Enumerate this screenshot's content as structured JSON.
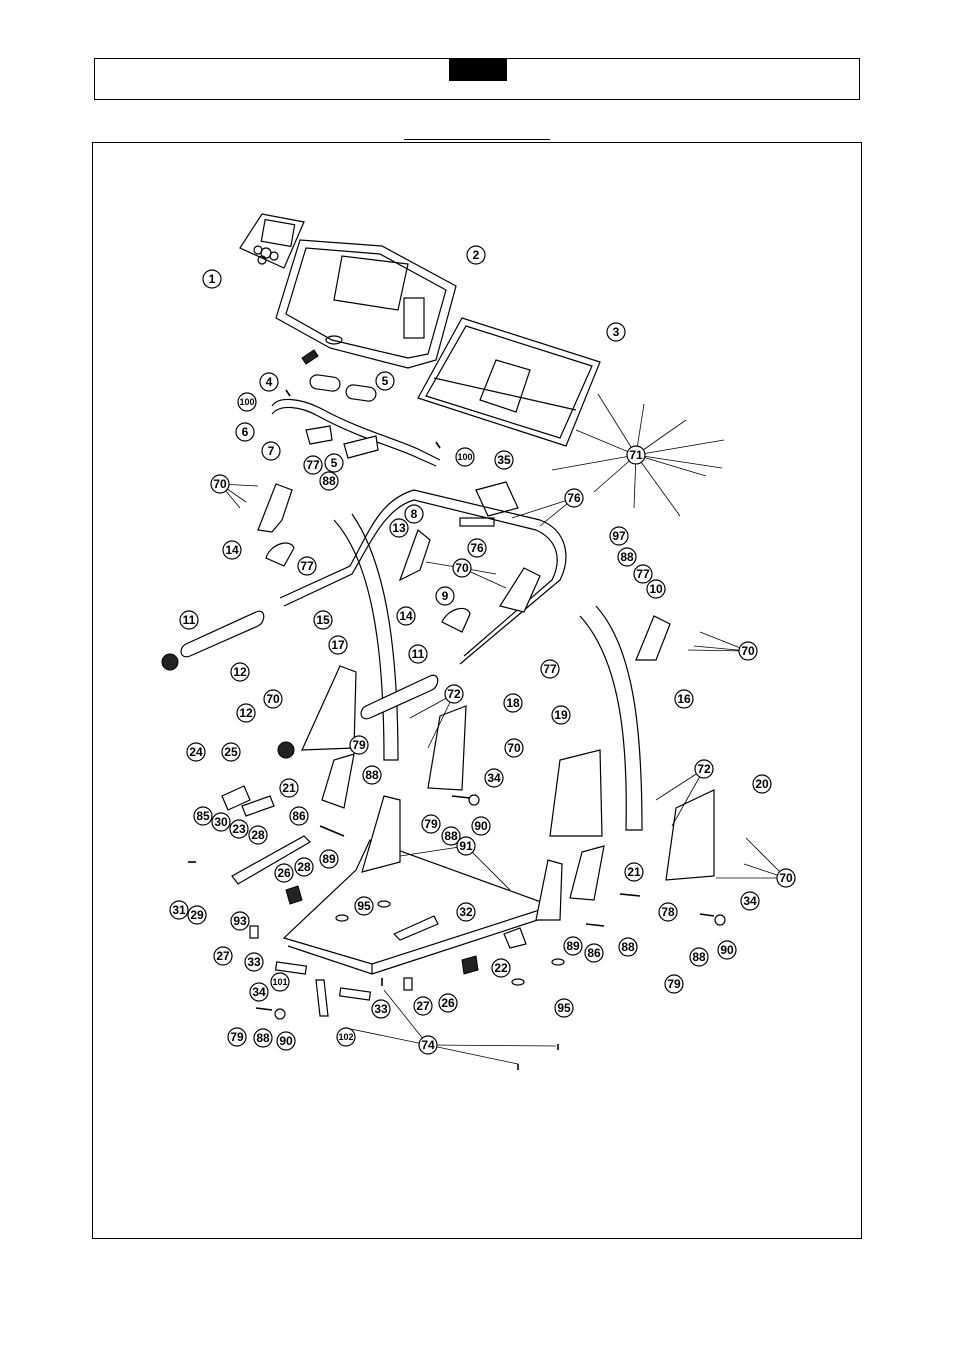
{
  "callouts": [
    {
      "id": "c1",
      "label": "1"
    },
    {
      "id": "c2",
      "label": "2"
    },
    {
      "id": "c3",
      "label": "3"
    },
    {
      "id": "c4",
      "label": "4"
    },
    {
      "id": "c5a",
      "label": "5"
    },
    {
      "id": "c5b",
      "label": "5"
    },
    {
      "id": "c100a",
      "label": "100"
    },
    {
      "id": "c6",
      "label": "6"
    },
    {
      "id": "c100b",
      "label": "100"
    },
    {
      "id": "c7",
      "label": "7"
    },
    {
      "id": "c77a",
      "label": "77"
    },
    {
      "id": "c88a",
      "label": "88"
    },
    {
      "id": "c70a",
      "label": "70"
    },
    {
      "id": "c35",
      "label": "35"
    },
    {
      "id": "c71",
      "label": "71"
    },
    {
      "id": "c76a",
      "label": "76"
    },
    {
      "id": "c8",
      "label": "8"
    },
    {
      "id": "c13",
      "label": "13"
    },
    {
      "id": "c14a",
      "label": "14"
    },
    {
      "id": "c77b",
      "label": "77"
    },
    {
      "id": "c76b",
      "label": "76"
    },
    {
      "id": "c97",
      "label": "97"
    },
    {
      "id": "c70b",
      "label": "70"
    },
    {
      "id": "c88b",
      "label": "88"
    },
    {
      "id": "c77c",
      "label": "77"
    },
    {
      "id": "c9",
      "label": "9"
    },
    {
      "id": "c10",
      "label": "10"
    },
    {
      "id": "c11a",
      "label": "11"
    },
    {
      "id": "c14b",
      "label": "14"
    },
    {
      "id": "c15",
      "label": "15"
    },
    {
      "id": "c77d",
      "label": "77"
    },
    {
      "id": "c70c",
      "label": "70"
    },
    {
      "id": "c12a",
      "label": "12"
    },
    {
      "id": "c17",
      "label": "17"
    },
    {
      "id": "c11b",
      "label": "11"
    },
    {
      "id": "c16",
      "label": "16"
    },
    {
      "id": "c70d",
      "label": "70"
    },
    {
      "id": "c72a",
      "label": "72"
    },
    {
      "id": "c18",
      "label": "18"
    },
    {
      "id": "c12b",
      "label": "12"
    },
    {
      "id": "c19",
      "label": "19"
    },
    {
      "id": "c24",
      "label": "24"
    },
    {
      "id": "c25",
      "label": "25"
    },
    {
      "id": "c79a",
      "label": "79"
    },
    {
      "id": "c70e",
      "label": "70"
    },
    {
      "id": "c88c",
      "label": "88"
    },
    {
      "id": "c72b",
      "label": "72"
    },
    {
      "id": "c34a",
      "label": "34"
    },
    {
      "id": "c20",
      "label": "20"
    },
    {
      "id": "c21a",
      "label": "21"
    },
    {
      "id": "c85",
      "label": "85"
    },
    {
      "id": "c30",
      "label": "30"
    },
    {
      "id": "c23",
      "label": "23"
    },
    {
      "id": "c86a",
      "label": "86"
    },
    {
      "id": "c79b",
      "label": "79"
    },
    {
      "id": "c88d",
      "label": "88"
    },
    {
      "id": "c90a",
      "label": "90"
    },
    {
      "id": "c28a",
      "label": "28"
    },
    {
      "id": "c91",
      "label": "91"
    },
    {
      "id": "c28b",
      "label": "28"
    },
    {
      "id": "c89a",
      "label": "89"
    },
    {
      "id": "c21b",
      "label": "21"
    },
    {
      "id": "c70f",
      "label": "70"
    },
    {
      "id": "c26a",
      "label": "26"
    },
    {
      "id": "c31",
      "label": "31"
    },
    {
      "id": "c29",
      "label": "29"
    },
    {
      "id": "c95a",
      "label": "95"
    },
    {
      "id": "c32",
      "label": "32"
    },
    {
      "id": "c93",
      "label": "93"
    },
    {
      "id": "c78",
      "label": "78"
    },
    {
      "id": "c34b",
      "label": "34"
    },
    {
      "id": "c27a",
      "label": "27"
    },
    {
      "id": "c89b",
      "label": "89"
    },
    {
      "id": "c86b",
      "label": "86"
    },
    {
      "id": "c88e",
      "label": "88"
    },
    {
      "id": "c79c",
      "label": "79"
    },
    {
      "id": "c88f",
      "label": "88"
    },
    {
      "id": "c90b",
      "label": "90"
    },
    {
      "id": "c33a",
      "label": "33"
    },
    {
      "id": "c22",
      "label": "22"
    },
    {
      "id": "c101",
      "label": "101"
    },
    {
      "id": "c27b",
      "label": "27"
    },
    {
      "id": "c26b",
      "label": "26"
    },
    {
      "id": "c95b",
      "label": "95"
    },
    {
      "id": "c34c",
      "label": "34"
    },
    {
      "id": "c33b",
      "label": "33"
    },
    {
      "id": "c79d",
      "label": "79"
    },
    {
      "id": "c88g",
      "label": "88"
    },
    {
      "id": "c90c",
      "label": "90"
    },
    {
      "id": "c102",
      "label": "102"
    },
    {
      "id": "c74",
      "label": "74"
    }
  ]
}
